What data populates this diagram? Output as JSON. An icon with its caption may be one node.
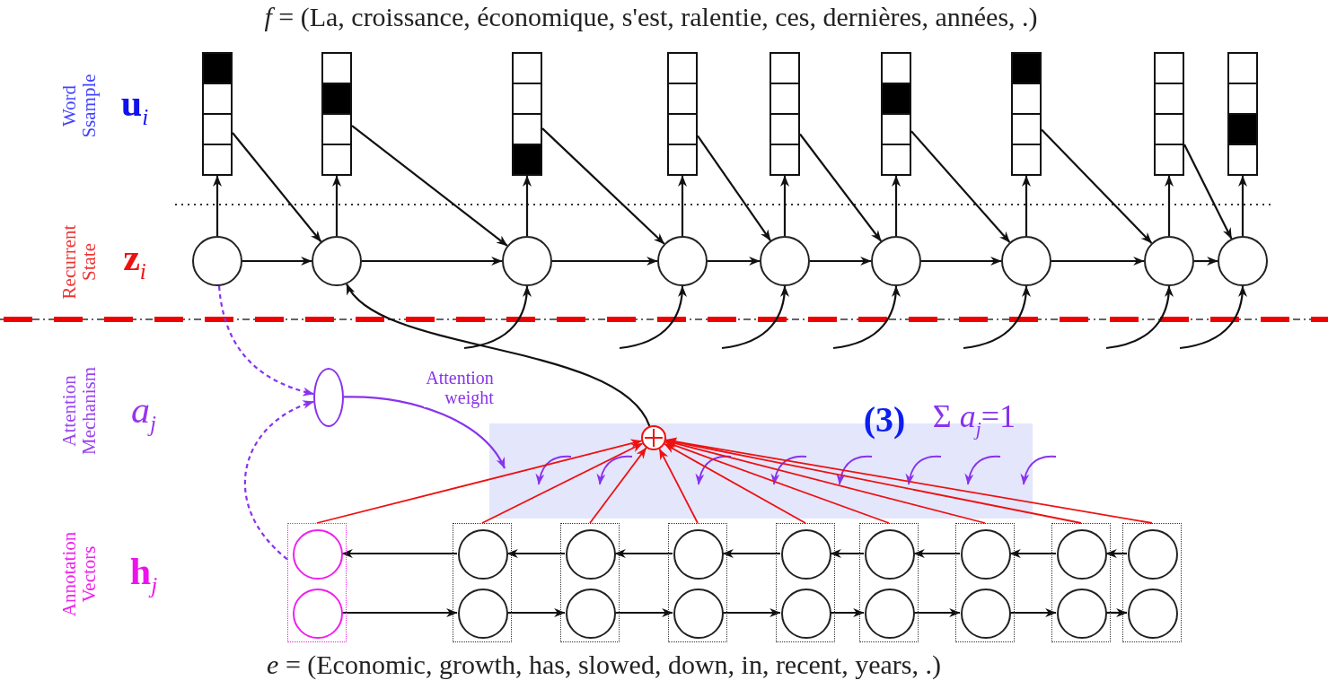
{
  "diagram": {
    "title": "*f* = (La, croissance, économique, s'est, ralentie, ces, dernières, années, .)",
    "caption": "*e* = (Economic, growth, has, slowed, down, in, recent, years, .)",
    "nodes": [
      {
        "text": [],
        "shape": "box"
      },
      {
        "text": [],
        "shape": "box"
      },
      {
        "text": [],
        "shape": "box"
      },
      {
        "text": [],
        "shape": "box"
      },
      {
        "text": [],
        "shape": "box"
      },
      {
        "text": [],
        "shape": "box"
      },
      {
        "text": [],
        "shape": "box"
      },
      {
        "text": [],
        "shape": "box"
      },
      {
        "text": [],
        "shape": "box"
      },
      {
        "text": [],
        "shape": "circle"
      },
      {
        "text": [],
        "shape": "circle"
      },
      {
        "text": [],
        "shape": "circle"
      },
      {
        "text": [],
        "shape": "circle"
      },
      {
        "text": [],
        "shape": "circle"
      },
      {
        "text": [],
        "shape": "circle"
      },
      {
        "text": [],
        "shape": "circle"
      },
      {
        "text": [],
        "shape": "circle"
      },
      {
        "text": [],
        "shape": "circle"
      },
      {
        "text": [],
        "shape": "ellipse"
      },
      {
        "text": [],
        "shape": "circle"
      },
      {
        "text": [],
        "shape": "box"
      },
      {
        "text": [],
        "shape": "circle",
        "in": 20
      },
      {
        "text": [],
        "shape": "circle",
        "in": 20
      },
      {
        "text": [],
        "shape": "box"
      },
      {
        "text": [],
        "shape": "circle",
        "in": 23
      },
      {
        "text": [],
        "shape": "circle",
        "in": 23
      },
      {
        "text": [],
        "shape": "box"
      },
      {
        "text": [],
        "shape": "circle",
        "in": 26
      },
      {
        "text": [],
        "shape": "circle",
        "in": 26
      },
      {
        "text": [],
        "shape": "box"
      },
      {
        "text": [],
        "shape": "circle",
        "in": 29
      },
      {
        "text": [],
        "shape": "circle",
        "in": 29
      },
      {
        "text": [],
        "shape": "box"
      },
      {
        "text": [],
        "shape": "circle",
        "in": 32
      },
      {
        "text": [],
        "shape": "circle",
        "in": 32
      },
      {
        "text": [],
        "shape": "box"
      },
      {
        "text": [],
        "shape": "circle",
        "in": 35
      },
      {
        "text": [],
        "shape": "circle",
        "in": 35
      },
      {
        "text": [],
        "shape": "box"
      },
      {
        "text": [],
        "shape": "circle",
        "in": 38
      },
      {
        "text": [],
        "shape": "circle",
        "in": 38
      },
      {
        "text": [],
        "shape": "box"
      },
      {
        "text": [],
        "shape": "circle",
        "in": 41
      },
      {
        "text": [],
        "shape": "circle",
        "in": 41
      },
      {
        "text": [],
        "shape": "box"
      },
      {
        "text": [],
        "shape": "circle",
        "in": 44
      },
      {
        "text": [],
        "shape": "circle",
        "in": 44
      }
    ],
    "edges": [
      {
        "from": 9,
        "to": 0,
        "arrow": "to"
      },
      {
        "from": 10,
        "to": 1,
        "arrow": "to"
      },
      {
        "from": 11,
        "to": 2,
        "arrow": "to"
      },
      {
        "from": 12,
        "to": 3,
        "arrow": "to"
      },
      {
        "from": 13,
        "to": 4,
        "arrow": "to"
      },
      {
        "from": 14,
        "to": 5,
        "arrow": "to"
      },
      {
        "from": 15,
        "to": 6,
        "arrow": "to"
      },
      {
        "from": 16,
        "to": 7,
        "arrow": "to"
      },
      {
        "from": 17,
        "to": 8,
        "arrow": "to"
      },
      {
        "from": 0,
        "to": 10,
        "arrow": "to"
      },
      {
        "from": 1,
        "to": 11,
        "arrow": "to"
      },
      {
        "from": 2,
        "to": 12,
        "arrow": "to"
      },
      {
        "from": 3,
        "to": 13,
        "arrow": "to"
      },
      {
        "from": 4,
        "to": 14,
        "arrow": "to"
      },
      {
        "from": 5,
        "to": 15,
        "arrow": "to"
      },
      {
        "from": 6,
        "to": 16,
        "arrow": "to"
      },
      {
        "from": 7,
        "to": 17,
        "arrow": "to"
      },
      {
        "from": 9,
        "to": 10,
        "arrow": "to"
      },
      {
        "from": 10,
        "to": 11,
        "arrow": "to"
      },
      {
        "from": 11,
        "to": 12,
        "arrow": "to"
      },
      {
        "from": 12,
        "to": 13,
        "arrow": "to"
      },
      {
        "from": 13,
        "to": 14,
        "arrow": "to"
      },
      {
        "from": 14,
        "to": 15,
        "arrow": "to"
      },
      {
        "from": 15,
        "to": 16,
        "arrow": "to"
      },
      {
        "from": 16,
        "to": 17,
        "arrow": "to"
      },
      {
        "from": 19,
        "to": 10,
        "arrow": "to"
      },
      {
        "from": null,
        "to": 11,
        "arrow": "to"
      },
      {
        "from": null,
        "to": 12,
        "arrow": "to"
      },
      {
        "from": null,
        "to": 13,
        "arrow": "to"
      },
      {
        "from": null,
        "to": 14,
        "arrow": "to"
      },
      {
        "from": null,
        "to": 15,
        "arrow": "to"
      },
      {
        "from": null,
        "to": 16,
        "arrow": "to"
      },
      {
        "from": null,
        "to": 17,
        "arrow": "to"
      },
      {
        "from": 9,
        "to": 18,
        "arrow": "to",
        "style": "dashed",
        "color": "#8833ee"
      },
      {
        "from": 20,
        "to": 18,
        "arrow": "to",
        "style": "dashed",
        "color": "#8833ee"
      },
      {
        "from": 18,
        "to": null,
        "arrow": "to",
        "label": "Attention weight",
        "color": "#8833ee"
      },
      {
        "from": 20,
        "to": 19,
        "arrow": "to",
        "color": "#ee1111"
      },
      {
        "from": 23,
        "to": 19,
        "arrow": "to",
        "color": "#ee1111"
      },
      {
        "from": 26,
        "to": 19,
        "arrow": "to",
        "color": "#ee1111"
      },
      {
        "from": 29,
        "to": 19,
        "arrow": "to",
        "color": "#ee1111"
      },
      {
        "from": 32,
        "to": 19,
        "arrow": "to",
        "color": "#ee1111"
      },
      {
        "from": 35,
        "to": 19,
        "arrow": "to",
        "color": "#ee1111"
      },
      {
        "from": 38,
        "to": 19,
        "arrow": "to",
        "color": "#ee1111"
      },
      {
        "from": 41,
        "to": 19,
        "arrow": "to",
        "color": "#ee1111"
      },
      {
        "from": 44,
        "to": 19,
        "arrow": "to",
        "color": "#ee1111"
      },
      {
        "from": 24,
        "to": 21,
        "arrow": "to"
      },
      {
        "from": 27,
        "to": 24,
        "arrow": "to"
      },
      {
        "from": 30,
        "to": 27,
        "arrow": "to"
      },
      {
        "from": 33,
        "to": 30,
        "arrow": "to"
      },
      {
        "from": 36,
        "to": 33,
        "arrow": "to"
      },
      {
        "from": 39,
        "to": 36,
        "arrow": "to"
      },
      {
        "from": 42,
        "to": 39,
        "arrow": "to"
      },
      {
        "from": 45,
        "to": 42,
        "arrow": "to"
      },
      {
        "from": 22,
        "to": 25,
        "arrow": "to"
      },
      {
        "from": 25,
        "to": 28,
        "arrow": "to"
      },
      {
        "from": 28,
        "to": 31,
        "arrow": "to"
      },
      {
        "from": 31,
        "to": 34,
        "arrow": "to"
      },
      {
        "from": 34,
        "to": 37,
        "arrow": "to"
      },
      {
        "from": 37,
        "to": 40,
        "arrow": "to"
      },
      {
        "from": 40,
        "to": 43,
        "arrow": "to"
      },
      {
        "from": 43,
        "to": 46,
        "arrow": "to"
      }
    ],
    "labels": [
      "Word Ssample",
      "u$_{i}$",
      "Recurrent State",
      "z$_{i}$",
      "Attention Mechanism",
      "a$_{j}$",
      "Annotation Vectors",
      "h$_{j}$",
      "(3)",
      "Σ *a*$_{j}$=1"
    ]
  }
}
